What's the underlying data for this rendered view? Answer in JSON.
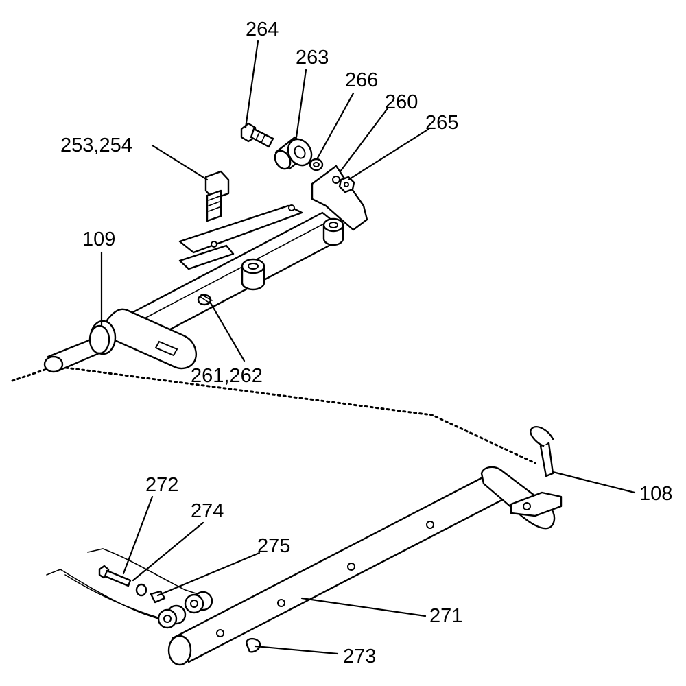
{
  "callouts": {
    "c264": "264",
    "c263": "263",
    "c266": "266",
    "c260": "260",
    "c265": "265",
    "c253_254": "253,254",
    "c109": "109",
    "c261_262": "261,262",
    "c108": "108",
    "c272": "272",
    "c274": "274",
    "c275": "275",
    "c271": "271",
    "c273": "273"
  }
}
